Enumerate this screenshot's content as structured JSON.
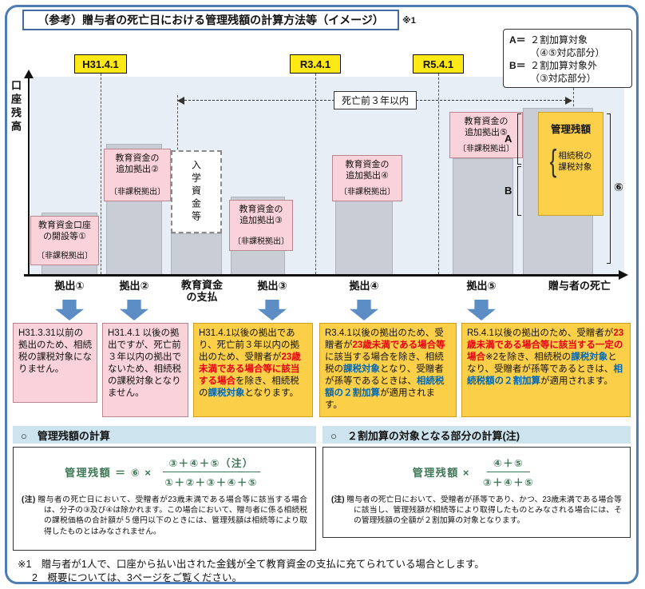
{
  "colors": {
    "frame_blue": "#4d7db3",
    "date_yellow": "#ffe813",
    "box_pink": "#f9d3d9",
    "box_yellow": "#fccf49",
    "managed_yellow": "#fdd04a",
    "bar_gray": "#c9cdd6",
    "highlight_red": "#e60012",
    "highlight_blue": "#0068b7",
    "formula_green": "#3e7656",
    "header_blue": "#cde3ee",
    "arrow_blue": "#5b8dc4"
  },
  "title": {
    "text": "（参考）贈与者の死亡日における管理残額の計算方法等（イメージ）",
    "note": "※1"
  },
  "legend": {
    "a_label": "A＝",
    "a_text": "２割加算対象",
    "a_sub": "（④⑤対応部分）",
    "b_label": "B＝",
    "b_text": "２割加算対象外",
    "b_sub": "（③対応部分）"
  },
  "chart": {
    "y_axis": "口座残高",
    "dates": {
      "d1": "H31.4.1",
      "d2": "R3.4.1",
      "d3": "R5.4.1"
    },
    "death_range": "死亡前３年以内",
    "deposits": {
      "p1_title": "教育資金口座\nの開設等①",
      "p1_sub": "〔非課税拠出〕",
      "p2_title": "教育資金の\n追加拠出②",
      "p2_sub": "〔非課税拠出〕",
      "p3_title": "教育資金の\n追加拠出③",
      "p3_sub": "〔非課税拠出〕",
      "p4_title": "教育資金の\n追加拠出④",
      "p4_sub": "〔非課税拠出〕",
      "p5_title": "教育資金の\n追加拠出⑤",
      "p5_sub": "〔非課税拠出〕",
      "payment": "入学資金等"
    },
    "managed": {
      "title": "管理残額",
      "brace": "{",
      "sub": "相続税の\n課税対象",
      "a": "A",
      "b": "B",
      "six": "⑥"
    },
    "x_labels": {
      "x1": "拠出①",
      "x2": "拠出②",
      "x3": "教育資金\nの支払",
      "x4": "拠出③",
      "x5": "拠出④",
      "x6": "拠出⑤",
      "x7": "贈与者の死亡"
    }
  },
  "explanations": [
    {
      "tone": "pink",
      "segments": [
        {
          "t": "H31.3.31以前の拠出のため、相続税の課税対象になりません。"
        }
      ]
    },
    {
      "tone": "pink",
      "segments": [
        {
          "t": "H31.4.1 以後の拠出ですが、死亡前３年以内の拠出でないため、相続税の課税対象となりません。"
        }
      ]
    },
    {
      "tone": "yellow",
      "segments": [
        {
          "t": "H31.4.1以後の拠出であり、死亡前３年以内の拠出のため、受贈者が"
        },
        {
          "t": "23歳未満である場合等に該当する場合",
          "c": "red"
        },
        {
          "t": "を除き、相続税の"
        },
        {
          "t": "課税対象",
          "c": "blue"
        },
        {
          "t": "となります。"
        }
      ]
    },
    {
      "tone": "yellow",
      "segments": [
        {
          "t": "R3.4.1以後の拠出のため、受贈者が"
        },
        {
          "t": "23歳未満である場合等",
          "c": "red"
        },
        {
          "t": "に該当する場合を除き、相続税の"
        },
        {
          "t": "課税対象",
          "c": "blue"
        },
        {
          "t": "となり、受贈者が孫等であるときは、"
        },
        {
          "t": "相続税額の２割加算",
          "c": "blue"
        },
        {
          "t": "が適用されます。"
        }
      ]
    },
    {
      "tone": "yellow",
      "segments": [
        {
          "t": "R5.4.1以後の拠出のため、受贈者が"
        },
        {
          "t": "23歳未満である場合等に該当する一定の場合",
          "c": "red"
        },
        {
          "t": "※2"
        },
        {
          "t": "を除き、相続税の"
        },
        {
          "t": "課税対象",
          "c": "blue"
        },
        {
          "t": "となり、受贈者が孫等であるときは、"
        },
        {
          "t": "相続税額の２割加算",
          "c": "blue"
        },
        {
          "t": "が適用されます。"
        }
      ]
    }
  ],
  "calc_left": {
    "header": "○　管理残額の計算",
    "formula_lhs": "管理残額 ＝ ⑥ ×",
    "frac_num": "③＋④＋⑤（注）",
    "frac_den": "①＋②＋③＋④＋⑤",
    "note_label": "(注)",
    "note": "贈与者の死亡日において、受贈者が23歳未満である場合等に該当する場合は、分子の③及び④は除かれます。この場合において、贈与者に係る相続税の課税価格の合計額が５億円以下のときには、管理残額は相続等により取得したものとはみなされません。"
  },
  "calc_right": {
    "header": "○　２割加算の対象となる部分の計算(注)",
    "formula_lhs": "管理残額 ×",
    "frac_num": "④＋⑤",
    "frac_den": "③＋④＋⑤",
    "note_label": "(注)",
    "note": "贈与者の死亡日において、受贈者が孫等であり、かつ、23歳未満である場合等に該当し、管理残額が相続等により取得したものとみなされる場合には、その管理残額の全額が２割加算の対象となります。"
  },
  "footnotes": {
    "f1": "※1　贈与者が1人で、口座から払い出された金銭が全て教育資金の支払に充てられている場合とします。",
    "f2": "2　概要については、3ページをご覧ください。"
  }
}
